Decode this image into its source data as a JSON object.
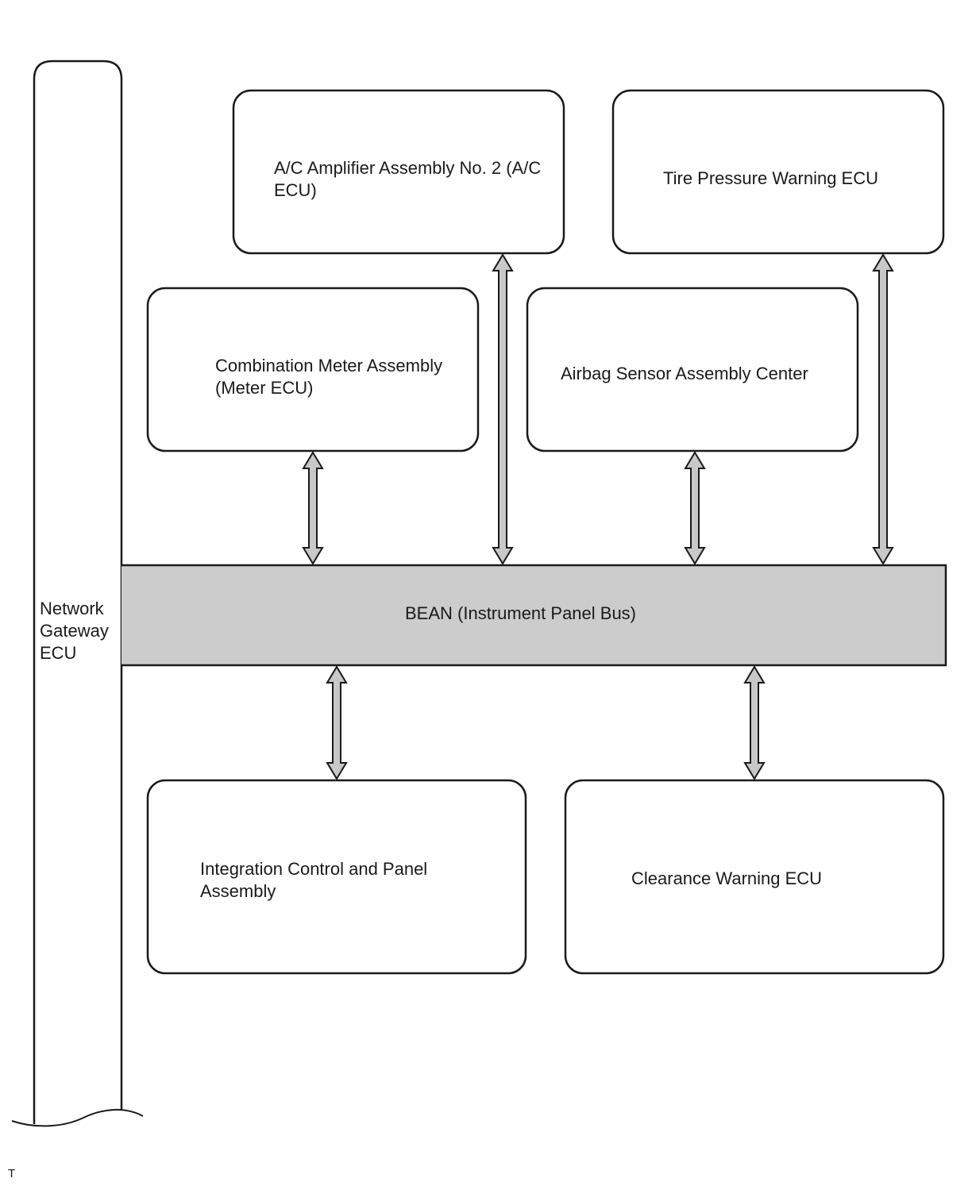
{
  "gateway": {
    "label": "Network\nGateway\nECU"
  },
  "bus": {
    "label": "BEAN (Instrument Panel Bus)",
    "fill": "#cccccc"
  },
  "nodes": {
    "ac_amplifier": "A/C Amplifier Assembly No. 2 (A/C\nECU)",
    "tire_pressure": "Tire Pressure Warning ECU",
    "combination_meter": "Combination Meter Assembly\n(Meter ECU)",
    "airbag_sensor": "Airbag Sensor Assembly Center",
    "integration_control": "Integration Control and Panel\nAssembly",
    "clearance_warning": "Clearance Warning ECU"
  },
  "footer": {
    "code": "T"
  },
  "colors": {
    "line": "#1a1a1a",
    "arrow_fill": "#c8c8c8",
    "bus_fill": "#cccccc"
  }
}
